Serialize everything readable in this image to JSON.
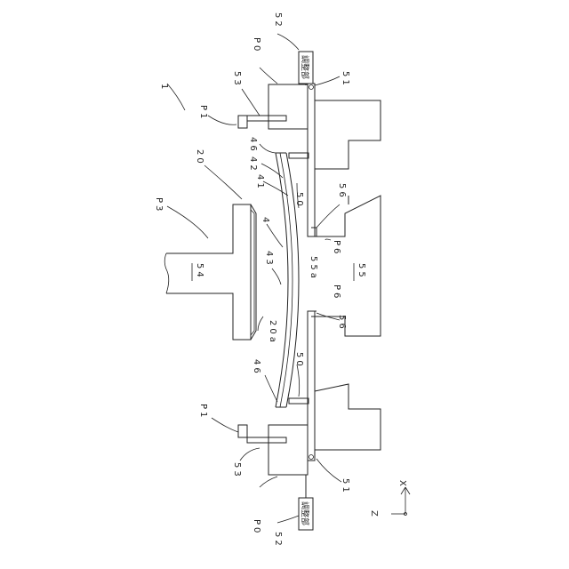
{
  "labels": {
    "assembly": "1",
    "stage": "20",
    "stage_face": "20a",
    "element": "4",
    "layer_41": "41",
    "layer_42": "42",
    "layer_43": "43",
    "edge_46_top": "46",
    "edge_46_bottom": "46",
    "pin_50_top": "50",
    "pin_50_bottom": "50",
    "plate_51_top": "51",
    "plate_51_bottom": "51",
    "adjuster_ref_top": "52",
    "adjuster_ref_bottom": "52",
    "block_53_top": "53",
    "block_53_bottom": "53",
    "holder_54": "54",
    "base_55": "55",
    "base_55a": "55a",
    "rail_56_top": "56",
    "rail_56_bottom": "56",
    "p0_top": "P0",
    "p0_bottom": "P0",
    "p1_top": "P1",
    "p1_bottom": "P1",
    "p3": "P3",
    "p6_top": "P6",
    "p6_bottom": "P6"
  },
  "adjuster": {
    "top_text": "調整部",
    "bottom_text": "調整部"
  },
  "axes": {
    "z": "Z",
    "x": "X"
  }
}
